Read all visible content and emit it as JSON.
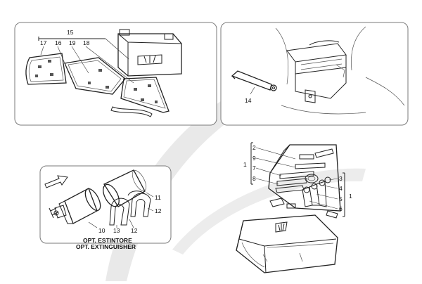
{
  "colors": {
    "panel_border": "#7a7a7a",
    "line": "#222222",
    "watermark": "#e6e6e6"
  },
  "callouts": {
    "c1": "1",
    "c1b": "1",
    "c2": "2",
    "c3": "3",
    "c4": "4",
    "c5": "5",
    "c6": "6",
    "c7": "7",
    "c8": "8",
    "c9": "9",
    "c10": "10",
    "c11": "11",
    "c12a": "12",
    "c12b": "12",
    "c13": "13",
    "c14": "14",
    "c15": "15",
    "c16": "16",
    "c17": "17",
    "c18": "18",
    "c19": "19"
  },
  "captions": {
    "extinguisher_it": "OPT. ESTINTORE",
    "extinguisher_en": "OPT. EXTINGUISHER"
  },
  "icons": {
    "direction": "arrow-right-icon",
    "emblem": "trident-icon"
  }
}
